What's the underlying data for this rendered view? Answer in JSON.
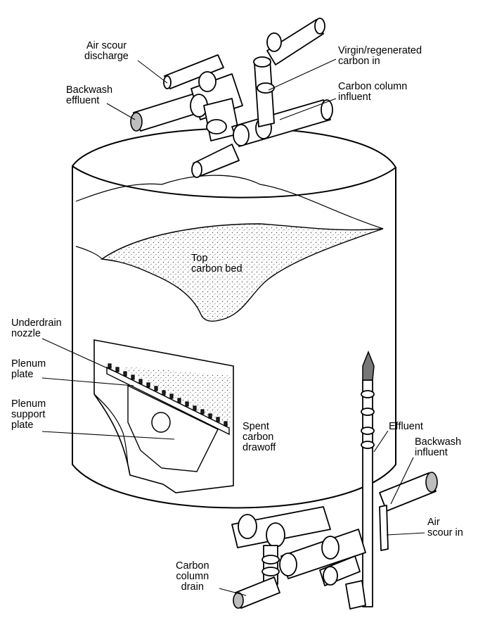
{
  "labels": {
    "air_scour_discharge": [
      "Air scour",
      "discharge"
    ],
    "backwash_effluent": [
      "Backwash",
      "effluent"
    ],
    "virgin_carbon_in": [
      "Virgin/regenerated",
      "carbon in"
    ],
    "carbon_column_influent": [
      "Carbon column",
      "influent"
    ],
    "top_carbon_bed": [
      "Top",
      "carbon bed"
    ],
    "underdrain_nozzle": [
      "Underdrain",
      "nozzle"
    ],
    "plenum_plate": [
      "Plenum",
      "plate"
    ],
    "plenum_support_plate": [
      "Plenum",
      "support",
      "plate"
    ],
    "spent_carbon_drawoff": [
      "Spent",
      "carbon",
      "drawoff"
    ],
    "effluent": [
      "Effluent"
    ],
    "backwash_influent": [
      "Backwash",
      "influent"
    ],
    "air_scour_in": [
      "Air",
      "scour in"
    ],
    "carbon_column_drain": [
      "Carbon",
      "column",
      "drain"
    ]
  }
}
